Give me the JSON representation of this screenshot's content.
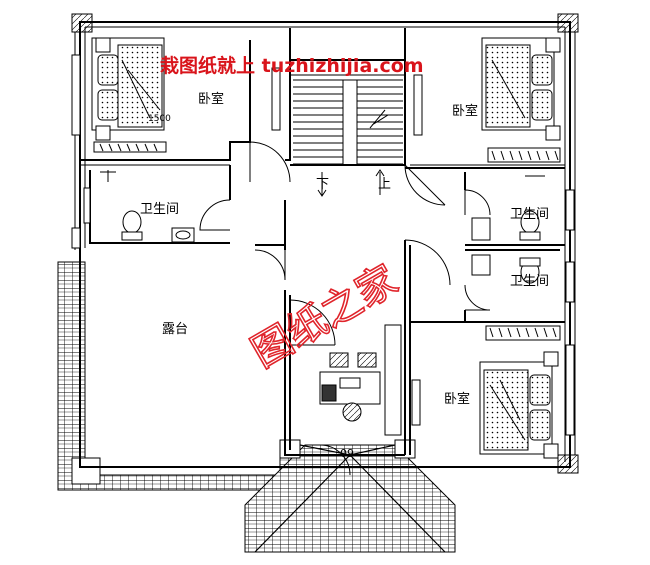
{
  "watermark_top": "栽图纸就上 tuzhizhijia.com",
  "watermark_center": "图纸之家",
  "rooms": {
    "bedroom_nw": "卧室",
    "bedroom_ne": "卧室",
    "bedroom_se": "卧室",
    "bath_w": "卫生间",
    "bath_e1": "卫生间",
    "bath_e2": "卫生间",
    "terrace": "露台"
  },
  "stairs": {
    "down": "下",
    "up": "上"
  },
  "dimension": "1500",
  "dimension_bottom": "09"
}
